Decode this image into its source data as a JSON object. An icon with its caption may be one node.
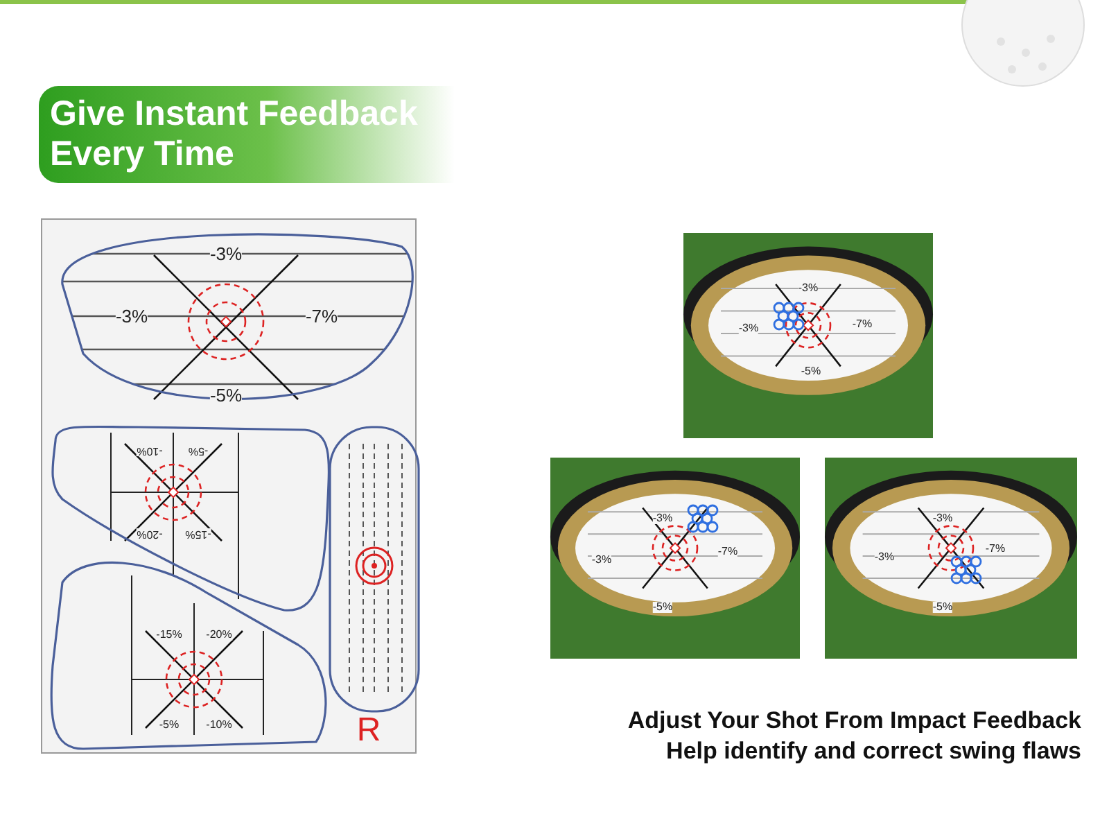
{
  "diagram": {
    "title": "Give Instant Feedback Every Time",
    "labels": [
      "-3%",
      "-3%",
      "-7%",
      "-5%",
      "-10%",
      "-5%",
      "-20%",
      "-15%",
      "-15%",
      "-20%",
      "-5%",
      "-10%",
      "R",
      "-3%",
      "-3%",
      "-7%",
      "-5%",
      "-3%",
      "-3%",
      "-7%",
      "-5%",
      "-3%",
      "-3%",
      "-7%",
      "-5%",
      "Adjust Your Shot From Impact Feedback",
      "Help identify and correct swing flaws"
    ]
  }
}
